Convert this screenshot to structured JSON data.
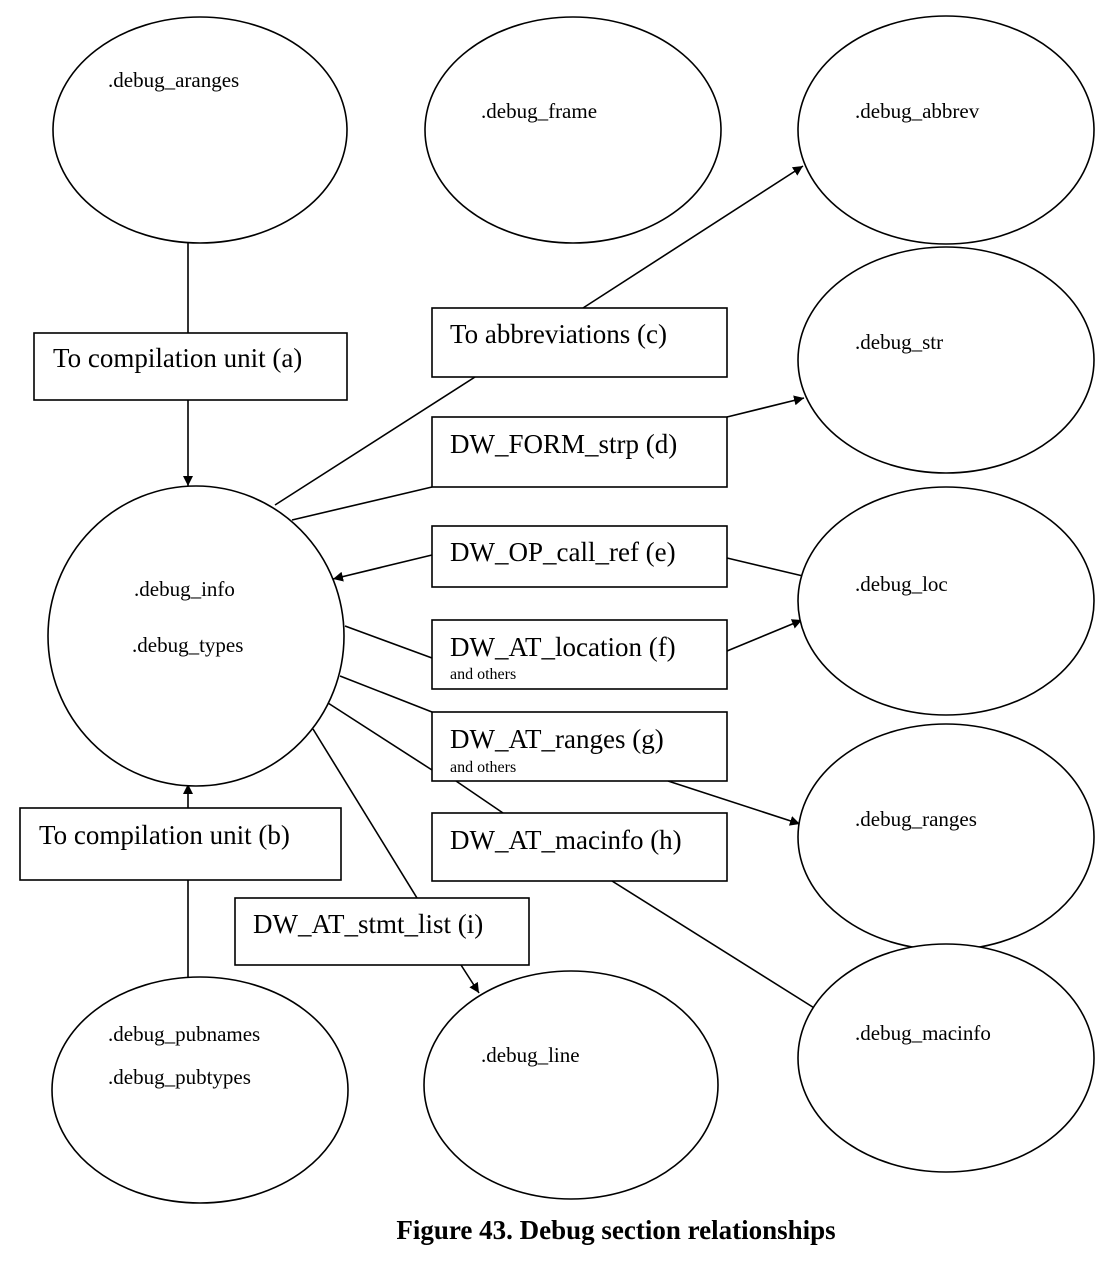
{
  "sections": {
    "aranges": ".debug_aranges",
    "frame": ".debug_frame",
    "abbrev": ".debug_abbrev",
    "str": ".debug_str",
    "info": ".debug_info",
    "types": ".debug_types",
    "loc": ".debug_loc",
    "ranges": ".debug_ranges",
    "pubnames": ".debug_pubnames",
    "pubtypes": ".debug_pubtypes",
    "line": ".debug_line",
    "macinfo": ".debug_macinfo"
  },
  "relations": {
    "a": "To compilation unit (a)",
    "b": "To compilation unit (b)",
    "c": "To abbreviations (c)",
    "d": "DW_FORM_strp (d)",
    "e": "DW_OP_call_ref (e)",
    "f": "DW_AT_location (f)",
    "f_note": "and others",
    "g": "DW_AT_ranges (g)",
    "g_note": "and others",
    "h": "DW_AT_macinfo (h)",
    "i": "DW_AT_stmt_list (i)"
  },
  "caption": "Figure 43. Debug section relationships"
}
